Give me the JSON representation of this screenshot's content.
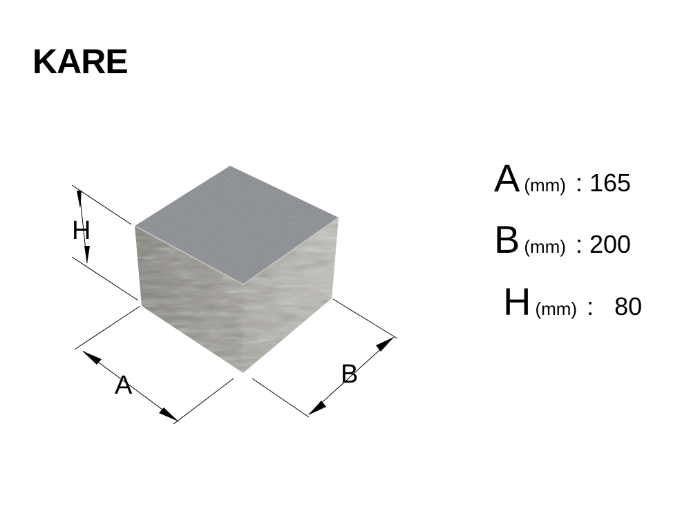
{
  "title": "KARE",
  "diagram": {
    "labels": {
      "h": "H",
      "a": "A",
      "b": "B"
    },
    "colors": {
      "top": "#8a8e92",
      "front": "#a6a49e",
      "side": "#b5b3ad",
      "line": "#000000"
    }
  },
  "specs": [
    {
      "letter": "A",
      "unit": "(mm)",
      "colon": ":",
      "value": "165"
    },
    {
      "letter": "B",
      "unit": "(mm)",
      "colon": ":",
      "value": "200"
    },
    {
      "letter": "H",
      "unit": "(mm)",
      "colon": ":",
      "value": "80"
    }
  ]
}
